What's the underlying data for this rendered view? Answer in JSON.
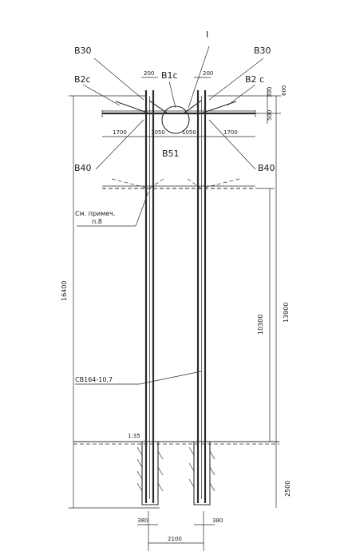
{
  "labels": {
    "section_mark": "I",
    "brace_top_left": "B30",
    "brace_top_right": "B30",
    "crossarm_left": "B2c",
    "crossarm_right": "B2 c",
    "bracket_center": "B1c",
    "clamp_center": "B51",
    "lower_left": "B40",
    "lower_right": "B40",
    "note": "См. примеч.",
    "note_item": "п.8",
    "pole_type": "СВ164-10,7"
  },
  "dimensions": {
    "spacing_top_left": "200",
    "spacing_top_right": "200",
    "top_offset": "600",
    "small_top": "300",
    "small_side": "500",
    "arm_left": "1700",
    "arm_inner_left": "1050",
    "arm_inner_right": "1050",
    "arm_right": "1700",
    "total_height": "16400",
    "lower_height": "10300",
    "above_ground": "13900",
    "burial_depth": "2500",
    "foot_left": "380",
    "foot_right": "380",
    "base_span": "2100",
    "slope": "1:35"
  },
  "colors": {
    "ink": "#2a2a2a",
    "paper": "#ffffff"
  }
}
